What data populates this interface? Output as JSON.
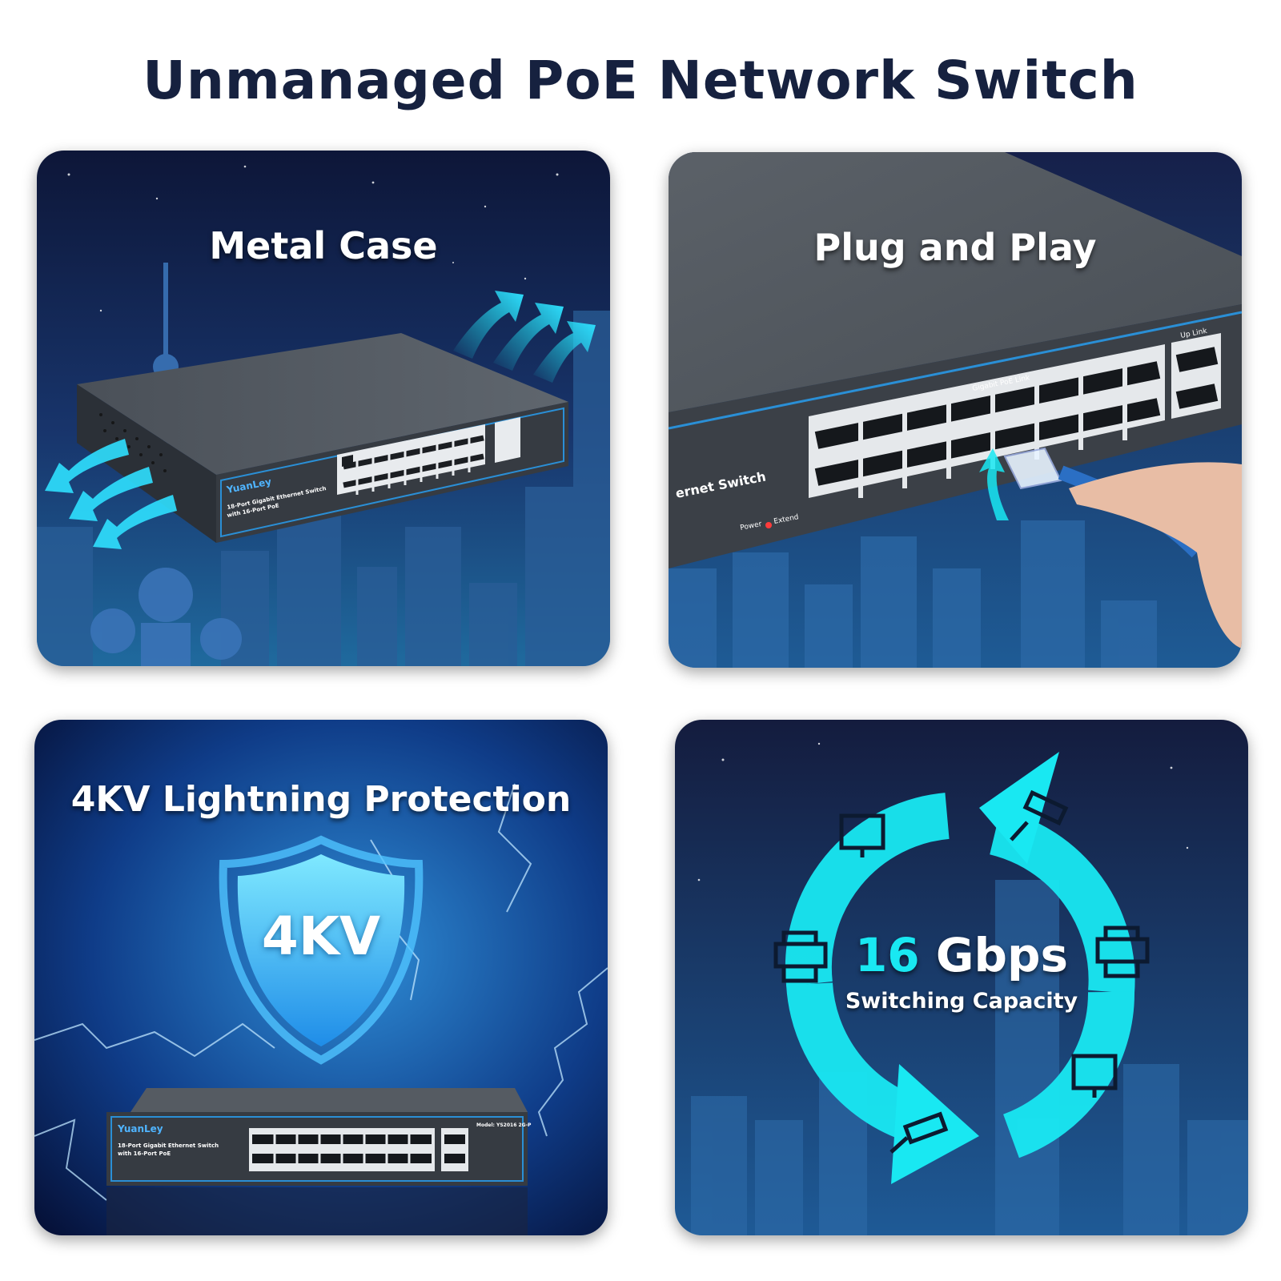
{
  "title": "Unmanaged PoE Network Switch",
  "panels": {
    "metal_case": {
      "heading": "Metal Case"
    },
    "plug_and_play": {
      "heading": "Plug and Play"
    },
    "lightning": {
      "heading": "4KV Lightning Protection",
      "shield_label": "4KV"
    },
    "capacity": {
      "value": "16",
      "unit": " Gbps",
      "caption": "Switching Capacity"
    }
  },
  "device": {
    "brand": "YuanLey",
    "line1": "18-Port Gigabit Ethernet Switch",
    "line2": "with 16-Port PoE",
    "model": "Model: YS2016 2G-P",
    "poe_label": "Gigabit PoE Link",
    "uplink_label": "Up Link",
    "power_label": "Power",
    "extend_label": "Extend",
    "partial_text": "ernet Switch"
  },
  "colors": {
    "title": "#16213f",
    "accent_cyan": "#19e8f2",
    "night_bg": "#0f1a3c",
    "switch_body": "#3a3f46"
  },
  "icons": [
    "airflow-arrow-icon",
    "shield-icon",
    "monitor-icon",
    "camera-icon",
    "printer-icon",
    "cycle-arrow-icon",
    "hand-icon",
    "ethernet-cable-icon"
  ]
}
